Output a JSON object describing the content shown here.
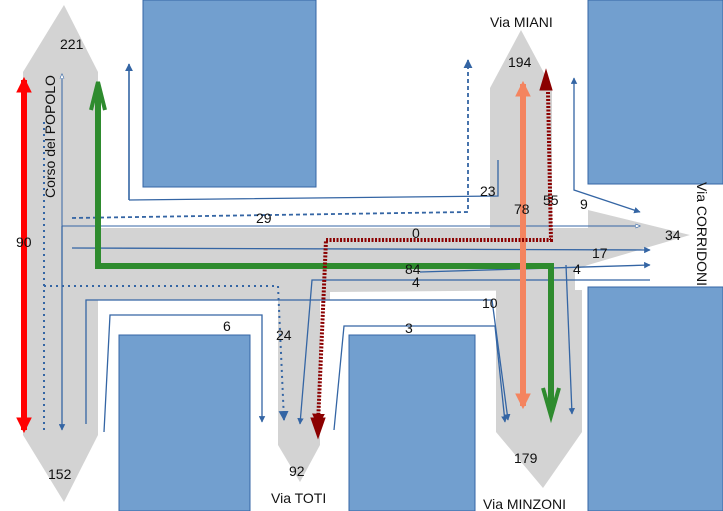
{
  "streets": {
    "corso_popolo": "Corso del POPOLO",
    "via_miani": "Via MIANI",
    "via_corridoni": "Via CORRIDONI",
    "via_toti": "Via TOTI",
    "via_minzoni": "Via MINZONI"
  },
  "totals": {
    "popolo_top": "221",
    "popolo_bottom": "152",
    "miani_top": "194",
    "corridoni": "34",
    "toti": "92",
    "minzoni": "179"
  },
  "flows": {
    "f90": "90",
    "f29": "29",
    "f23": "23",
    "f78": "78",
    "f55": "55",
    "f9": "9",
    "f0": "0",
    "f17": "17",
    "f84": "84",
    "f4a": "4",
    "f4b": "4",
    "f10": "10",
    "f6": "6",
    "f24": "24",
    "f3": "3"
  },
  "colors": {
    "road": "#d3d3d3",
    "block": "#729fcf",
    "block_border": "#3465a4",
    "thin_arrow": "#3465a4",
    "red": "#ff0000",
    "green": "#2e8b2e",
    "orange": "#f4845f",
    "dark_red": "#8b0000"
  }
}
